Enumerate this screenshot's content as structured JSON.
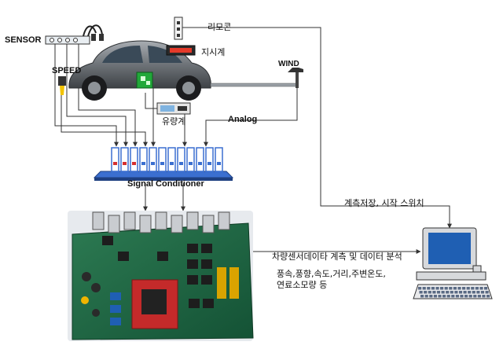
{
  "labels": {
    "sensor": "SENSOR",
    "speed": "SPEED",
    "remote": "리모콘",
    "indicator": "지시계",
    "wind": "WIND",
    "flowmeter": "유량계",
    "analog": "Analog",
    "signal_conditioner": "Signal Conditioner",
    "switch": "계측저장, 시작 스위치",
    "analysis": "차량센서데이타 계측 및 데이터 분석",
    "items_line1": "풍속,풍향,속도,거리,주변온도,",
    "items_line2": "연료소모량 등"
  },
  "colors": {
    "line": "#333333",
    "car_body": "#6e7378",
    "monitor_screen": "#1f5fb3",
    "board_green": "#1f6b45",
    "board_red": "#c42a2a",
    "conditioner_blue": "#3b6fd0"
  },
  "icons": [
    "car-icon",
    "sensor-box-icon",
    "speed-sensor-icon",
    "remote-control-icon",
    "indicator-display-icon",
    "wind-sensor-icon",
    "flowmeter-icon",
    "signal-conditioner-icon",
    "daq-board-icon",
    "computer-icon"
  ]
}
